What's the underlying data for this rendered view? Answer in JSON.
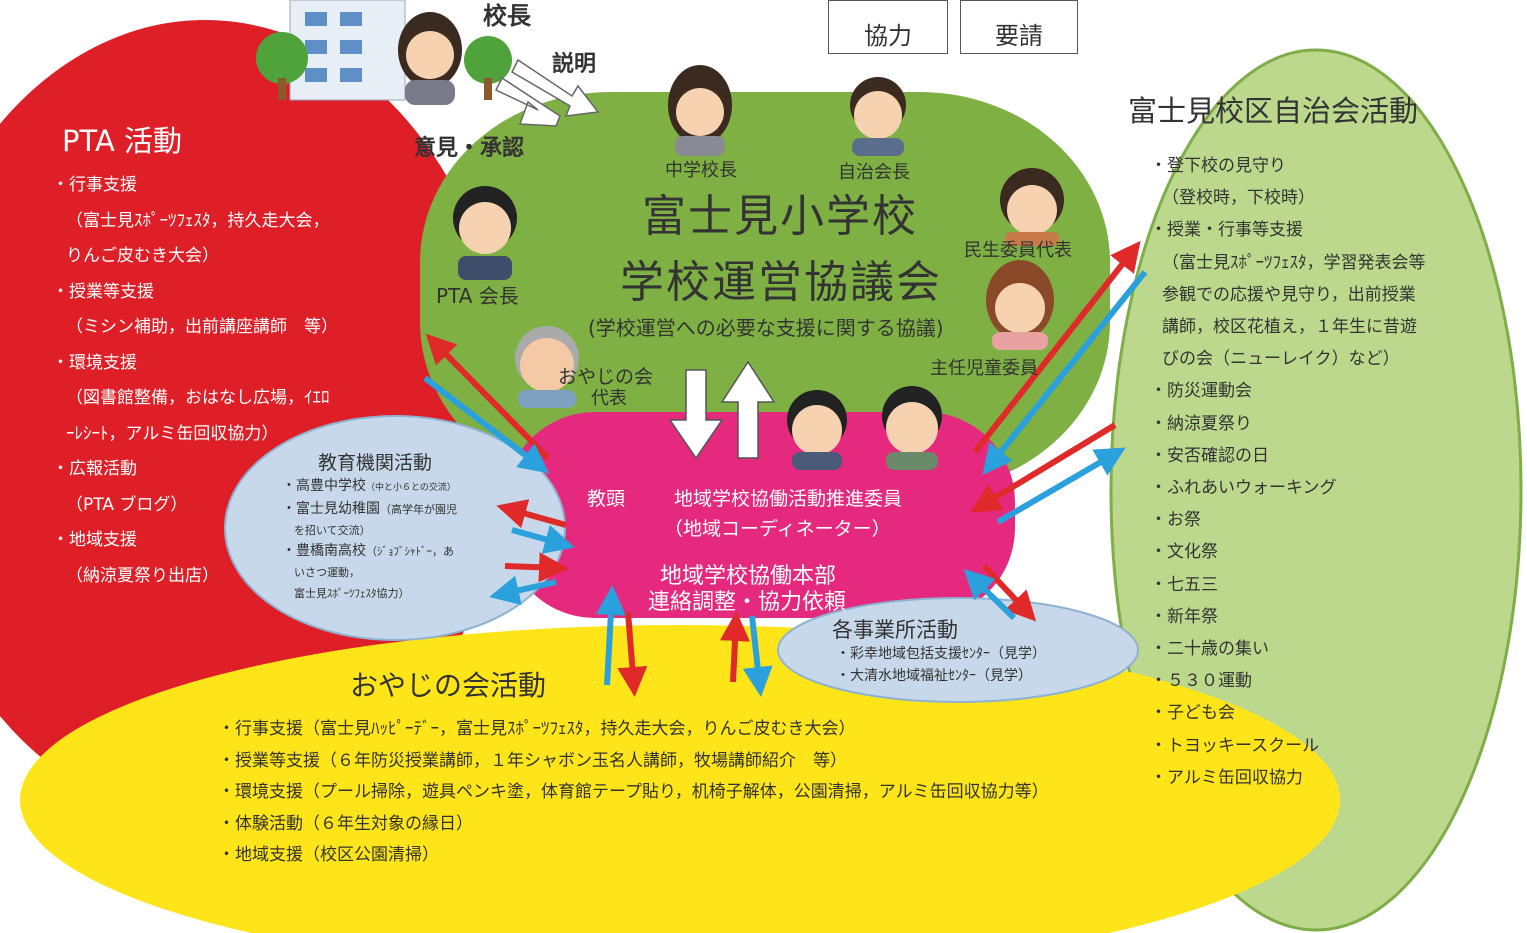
{
  "legend": {
    "cooperation": {
      "label": "協力",
      "color": "#2aa0dc"
    },
    "request": {
      "label": "要請",
      "color": "#e02a2a"
    }
  },
  "colors": {
    "pta": "#de1f27",
    "council": "#7fb043",
    "hub": "#e5297f",
    "edu": "#c6d8ea",
    "business": "#c6d8ea",
    "oyaji": "#fde51a",
    "community": "#bcd88c"
  },
  "top": {
    "principal": "校長",
    "explain": "説明",
    "opinion": "意見・承認"
  },
  "council": {
    "title1": "富士見小学校",
    "title2": "学校運営協議会",
    "subtitle": "(学校運営への必要な支援に関する協議)",
    "members": {
      "jhs_principal": "中学校長",
      "neighborhood_chair": "自治会長",
      "pta_chair": "PTA 会長",
      "welfare_rep": "民生委員代表",
      "chief_child_commissioner": "主任児童委員",
      "oyaji_rep_line1": "おやじの会",
      "oyaji_rep_line2": "代表"
    }
  },
  "hub": {
    "vice_principal": "教頭",
    "promoter": "地域学校協働活動推進委員",
    "coordinator": "（地域コーディネーター）",
    "hq_line1": "地域学校協働本部",
    "hq_line2": "連絡調整・協力依頼"
  },
  "pta": {
    "title": "PTA 活動",
    "items": [
      "・行事支援",
      "（富士見ｽﾎﾟｰﾂﾌｪｽﾀ，持久走大会，",
      "りんご皮むき大会）",
      "・授業等支援",
      "（ミシン補助，出前講座講師　等）",
      "・環境支援",
      "（図書館整備，おはなし広場，ｲｴﾛ",
      "ｰﾚｼｰﾄ，アルミ缶回収協力）",
      "・広報活動",
      "（PTA ブログ）",
      "・地域支援",
      "（納涼夏祭り出店）"
    ]
  },
  "edu": {
    "title": "教育機関活動",
    "items": [
      {
        "main": "・高豊中学校",
        "note": "（中と小６との交流）"
      },
      {
        "main": "・富士見幼稚園",
        "note": "（高学年が園児"
      },
      {
        "main": "",
        "note": "を招いて交流）"
      },
      {
        "main": "・豊橋南高校",
        "note": "（ｼﾞｮﾌﾞｼｬﾄﾞｰ，あ"
      },
      {
        "main": "",
        "note": "いさつ運動，"
      },
      {
        "main": "",
        "note": "富士見ｽﾎﾟｰﾂﾌｪｽﾀ協力）"
      }
    ]
  },
  "business": {
    "title": "各事業所活動",
    "items": [
      "・彩幸地域包括支援ｾﾝﾀｰ（見学）",
      "・大清水地域福祉ｾﾝﾀｰ（見学）"
    ]
  },
  "oyaji": {
    "title": "おやじの会活動",
    "items": [
      "・行事支援（富士見ﾊｯﾋﾟｰﾃﾞｰ，富士見ｽﾎﾟｰﾂﾌｪｽﾀ，持久走大会，りんご皮むき大会）",
      "・授業等支援（６年防災授業講師，１年シャボン玉名人講師，牧場講師紹介　等）",
      "・環境支援（プール掃除，遊具ペンキ塗，体育館テープ貼り，机椅子解体，公園清掃，アルミ缶回収協力等）",
      "・体験活動（６年生対象の縁日）",
      "・地域支援（校区公園清掃）"
    ]
  },
  "community": {
    "title": "富士見校区自治会活動",
    "items": [
      "・登下校の見守り",
      "（登校時，下校時）",
      "・授業・行事等支援",
      "（富士見ｽﾎﾟｰﾂﾌｪｽﾀ，学習発表会等",
      "参観での応援や見守り，出前授業",
      "講師，校区花植え，１年生に昔遊",
      "びの会（ニューレイク）など）",
      "・防災運動会",
      "・納涼夏祭り",
      "・安否確認の日",
      "・ふれあいウォーキング",
      "・お祭",
      "・文化祭",
      "・七五三",
      "・新年祭",
      "・二十歳の集い",
      "・５３０運動",
      "・子ども会",
      "・トヨッキースクール",
      "・アルミ缶回収協力"
    ]
  }
}
